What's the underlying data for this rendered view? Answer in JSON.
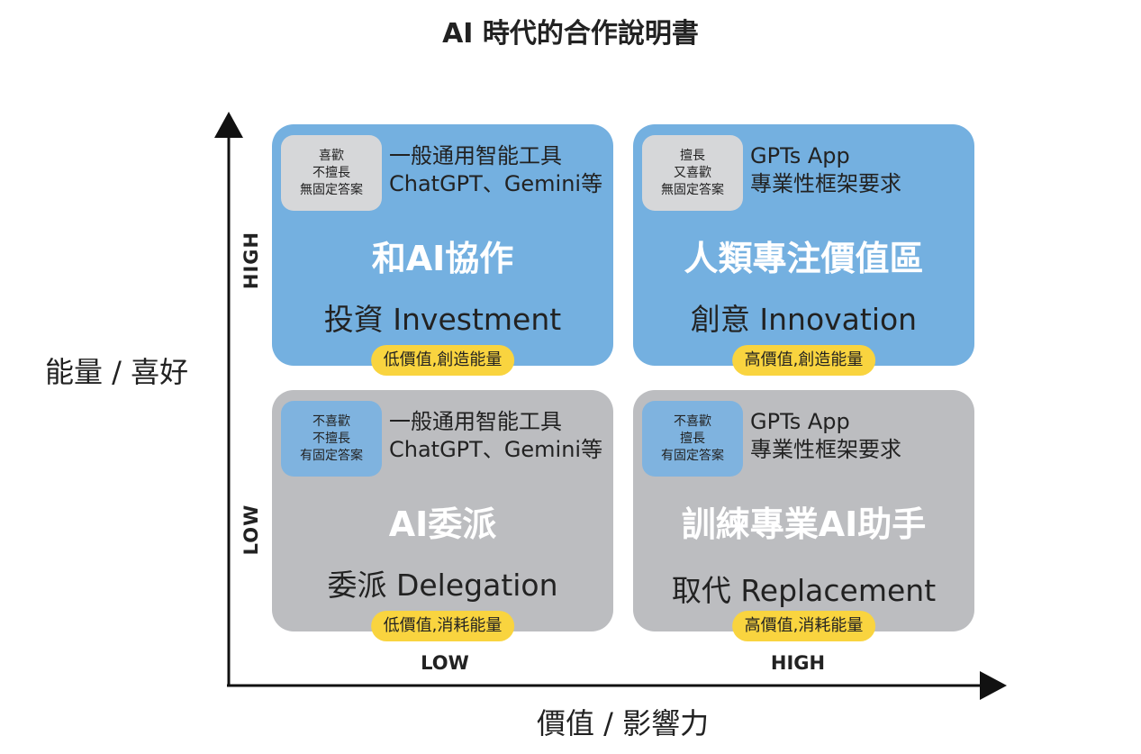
{
  "title": "AI 時代的合作說明書",
  "axes": {
    "y_title": "能量 / 喜好",
    "x_title": "價值 / 影響力",
    "y_high": "HIGH",
    "y_low": "LOW",
    "x_low": "LOW",
    "x_high": "HIGH"
  },
  "quadrants": {
    "top_left": {
      "tag_lines": [
        "喜歡",
        "不擅長",
        "無固定答案"
      ],
      "tools": [
        "一般通用智能工具",
        "ChatGPT、Gemini等"
      ],
      "title": "和AI協作",
      "subtitle": "投資 Investment",
      "badge": "低價值,創造能量"
    },
    "top_right": {
      "tag_lines": [
        "擅長",
        "又喜歡",
        "無固定答案"
      ],
      "tools": [
        "GPTs App",
        "專業性框架要求"
      ],
      "title": "人類專注價值區",
      "subtitle": "創意 Innovation",
      "badge": "高價值,創造能量"
    },
    "bottom_left": {
      "tag_lines": [
        "不喜歡",
        "不擅長",
        "有固定答案"
      ],
      "tools": [
        "一般通用智能工具",
        "ChatGPT、Gemini等"
      ],
      "title": "AI委派",
      "subtitle": "委派 Delegation",
      "badge": "低價值,消耗能量"
    },
    "bottom_right": {
      "tag_lines": [
        "不喜歡",
        "擅長",
        "有固定答案"
      ],
      "tools": [
        "GPTs App",
        "專業性框架要求"
      ],
      "title": "訓練專業AI助手",
      "subtitle": "取代 Replacement",
      "badge": "高價值,消耗能量"
    }
  },
  "colors": {
    "blue_quadrant": "#74b0e0",
    "gray_quadrant": "#bcbdc0",
    "badge": "#f9d43f",
    "tag_gray": "#d6d7d9",
    "tag_blue": "#7fb3df"
  }
}
